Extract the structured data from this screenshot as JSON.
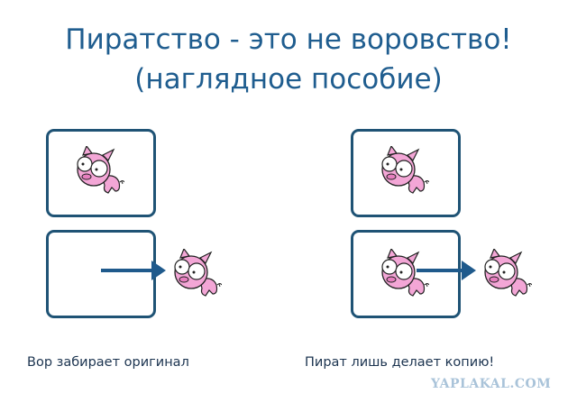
{
  "title": {
    "line1": "Пиратство - это не воровство!",
    "line2": "(наглядное пособие)"
  },
  "left_panel": {
    "caption": "Вор забирает оригинал"
  },
  "right_panel": {
    "caption": "Пират лишь делает копию!"
  },
  "watermark": "YAPLAKAL.COM",
  "colors": {
    "title": "#1f5d8f",
    "box_border": "#1f5375",
    "arrow": "#1f5a8c",
    "pig": "#f3a6d6"
  }
}
